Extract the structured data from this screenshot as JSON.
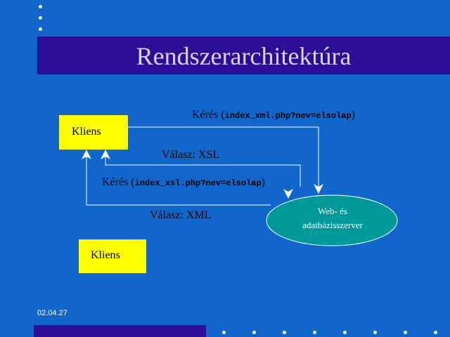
{
  "slide": {
    "title": "Rendszerarchitektúra",
    "date": "02.04.27"
  },
  "diagram": {
    "client_top_label": "Kliens",
    "client_bottom_label": "Kliens",
    "request1_prefix": "Kérés (",
    "request1_code": "index_xml.php?nev=elsolap",
    "request1_suffix": ")",
    "response1": "Válasz: XSL",
    "request2_prefix": "Kérés (",
    "request2_code": "index_xsl.php?nev=elsolap",
    "request2_suffix": ")",
    "response2": "Válasz: XML",
    "server_line1": "Web- és",
    "server_line2": "adatbázisszerver"
  },
  "colors": {
    "background": "#1166cc",
    "title_bar": "#2c0d96",
    "title_text": "#ddd2ff",
    "client_box": "#ffff00",
    "server": "#009999"
  }
}
